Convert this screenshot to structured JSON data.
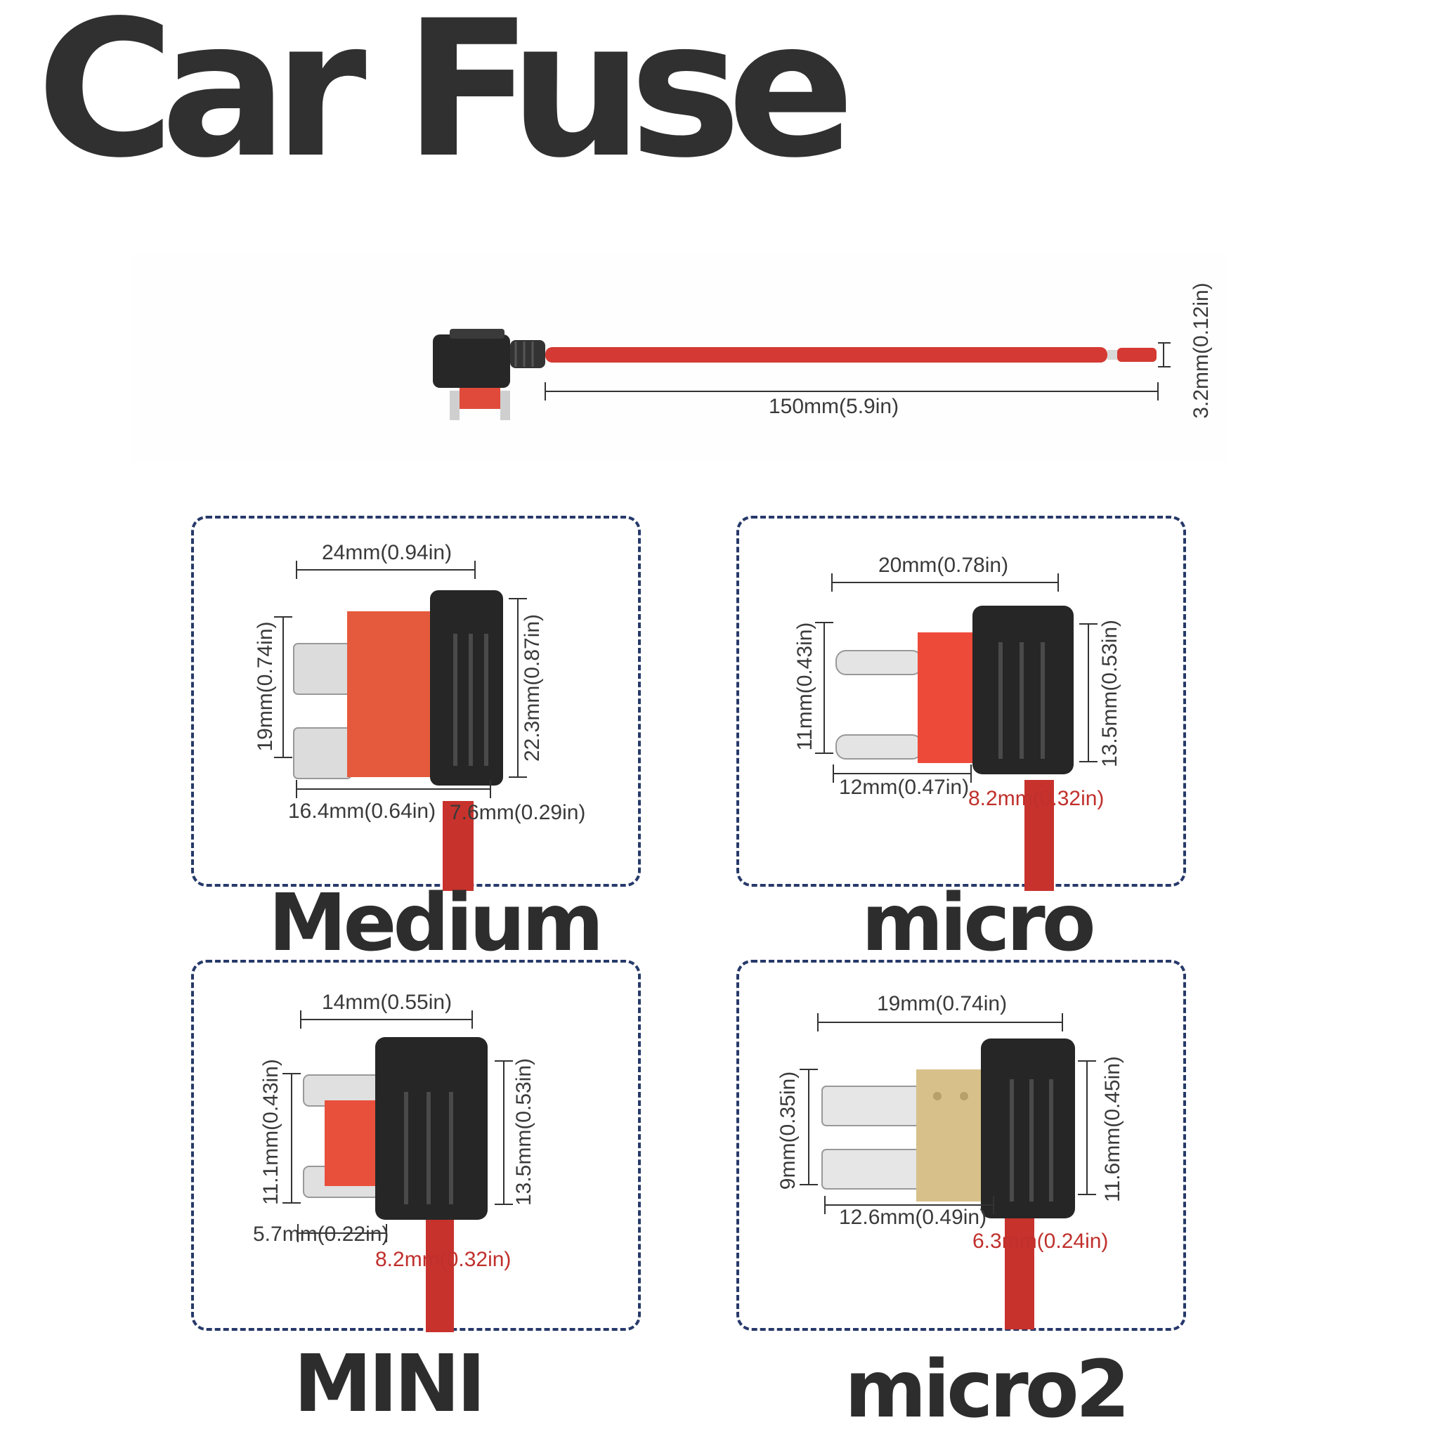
{
  "title": "Car Fuse",
  "cable": {
    "length_label": "150mm(5.9in)",
    "tip_label": "3.2mm(0.12in)",
    "wire_color": "#d43a33"
  },
  "panels": [
    {
      "name": "Medium",
      "top_dim": "24mm(0.94in)",
      "left_dim": "19mm(0.74in)",
      "right_dim": "22.3mm(0.87in)",
      "bottom_dim": "16.4mm(0.64in)",
      "wire_dim": "7.6mm(0.29in)",
      "fuse_color": "#e55a3c"
    },
    {
      "name": "micro",
      "top_dim": "20mm(0.78in)",
      "left_dim": "11mm(0.43in)",
      "right_dim": "13.5mm(0.53in)",
      "bottom_dim": "12mm(0.47in)",
      "wire_dim": "8.2mm(0.32in)",
      "fuse_color": "#ee4a3a"
    },
    {
      "name": "MINI",
      "top_dim": "14mm(0.55in)",
      "left_dim": "11.1mm(0.43in)",
      "right_dim": "13.5mm(0.53in)",
      "bottom_dim": "5.7mm(0.22in)",
      "wire_dim": "8.2mm(0.32in)",
      "fuse_color": "#e8503c"
    },
    {
      "name": "micro2",
      "top_dim": "19mm(0.74in)",
      "left_dim": "9mm(0.35in)",
      "right_dim": "11.6mm(0.45in)",
      "bottom_dim": "12.6mm(0.49in)",
      "wire_dim": "6.3mm(0.24in)",
      "fuse_color": "#d8c08a"
    }
  ],
  "colors": {
    "holder": "#262626",
    "panel_border": "#27396a",
    "dim_red": "#c0302c"
  }
}
